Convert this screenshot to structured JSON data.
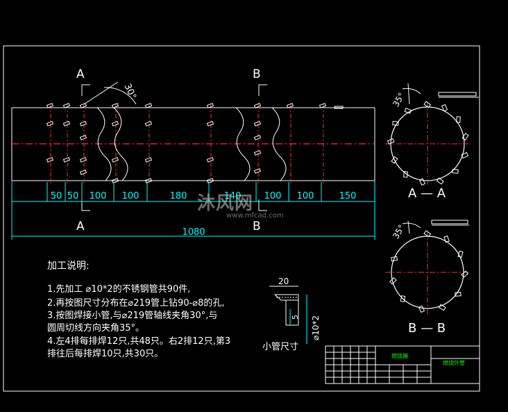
{
  "section_markers": {
    "a_label": "A",
    "b_label": "B"
  },
  "angles": {
    "pipe_angle": "30°",
    "aa_angle": "35°",
    "bb_angle": "35°"
  },
  "dimensions": {
    "segments": [
      "50",
      "50",
      "100",
      "100",
      "180",
      "140",
      "100",
      "100",
      "150"
    ],
    "total": "1080"
  },
  "sections": {
    "aa_label": "A — A",
    "bb_label": "B — B"
  },
  "notes": {
    "heading": "加工说明:",
    "lines": [
      "1.先加工 ⌀10*2的不锈钢管共90件,",
      "2.再按图尺寸分布在⌀219管上钻90-⌀8的孔,",
      "3.按图焊接小管,与⌀219管轴线夹角30°,与",
      "圆周切线方向夹角35°。",
      "4.左4排每排焊12只,共48只。右2排12只,第3",
      "排往后每排焊10只,共30只。"
    ]
  },
  "small_pipe": {
    "width_dim": "20",
    "height_dim": "5",
    "dia_dim": "⌀10*2",
    "caption": "小管尺寸"
  },
  "title_block": {
    "field1": "燃烧器",
    "field2": "燃烧外管"
  },
  "watermark": {
    "main": "沐风网",
    "sub": "www.mfcad.com"
  },
  "colors": {
    "background": "#000000",
    "outline": "#ffffff",
    "dimension": "#00ffff",
    "centerline": "#ff0000",
    "title_text": "#00ff00",
    "cut_line": "#ffffff"
  }
}
